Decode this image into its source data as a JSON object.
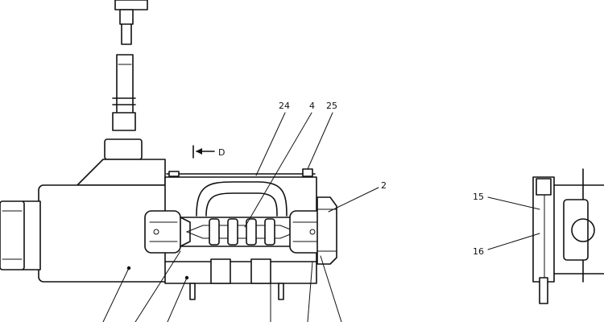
{
  "callouts": [
    {
      "id": "24",
      "text": "24"
    },
    {
      "id": "4",
      "text": "4"
    },
    {
      "id": "25",
      "text": "25"
    },
    {
      "id": "2",
      "text": "2"
    },
    {
      "id": "15",
      "text": "15"
    },
    {
      "id": "16",
      "text": "16"
    }
  ],
  "view_label": {
    "text": "D"
  }
}
